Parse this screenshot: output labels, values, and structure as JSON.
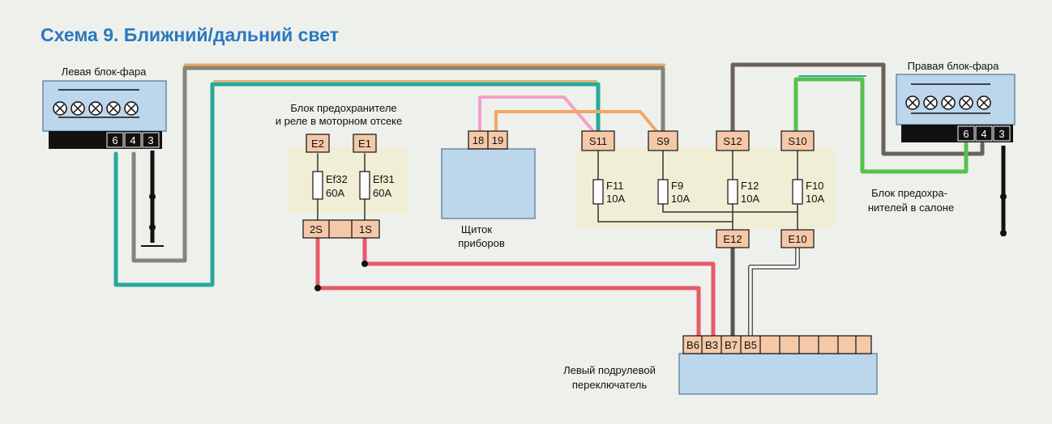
{
  "title": "Схема 9. Ближний/дальний свет",
  "left_headlight": {
    "label": "Левая блок-фара",
    "pins": [
      "6",
      "4",
      "3"
    ]
  },
  "right_headlight": {
    "label": "Правая блок-фара",
    "pins": [
      "6",
      "4",
      "3"
    ]
  },
  "engine_fuse_box": {
    "label_line1": "Блок предохранителе",
    "label_line2": "и реле в моторном отсеке",
    "top_pins": [
      "E2",
      "E1"
    ],
    "fuses": [
      {
        "name": "Ef32",
        "rating": "60A"
      },
      {
        "name": "Ef31",
        "rating": "60A"
      }
    ],
    "bottom_pins": [
      "2S",
      "1S"
    ]
  },
  "instrument_panel": {
    "pins": [
      "18",
      "19"
    ],
    "label_line1": "Щиток",
    "label_line2": "приборов"
  },
  "cabin_fuse_box": {
    "top_pins": [
      "S11",
      "S9",
      "S12",
      "S10"
    ],
    "fuses": [
      {
        "name": "F11",
        "rating": "10A"
      },
      {
        "name": "F9",
        "rating": "10A"
      },
      {
        "name": "F12",
        "rating": "10A"
      },
      {
        "name": "F10",
        "rating": "10A"
      }
    ],
    "bottom_pins": [
      "E12",
      "E10"
    ],
    "label_line1": "Блок предохра-",
    "label_line2": "нителей в салоне"
  },
  "switch": {
    "pins": [
      "B6",
      "B3",
      "B7",
      "B5"
    ],
    "label_line1": "Левый подрулевой",
    "label_line2": "переключатель"
  },
  "colors": {
    "title": "#2a79bf",
    "wire_teal": "#2aa89a",
    "wire_green": "#56c24e",
    "wire_orange": "#f0a862",
    "wire_pink": "#f4a0c8",
    "wire_red": "#e85a6a",
    "wire_gray": "#8a8478",
    "wire_dark": "#555555",
    "connector_fill": "#f5c8a8",
    "box_fill": "#bcd6ec",
    "fuse_zone": "#f4ecc4"
  }
}
